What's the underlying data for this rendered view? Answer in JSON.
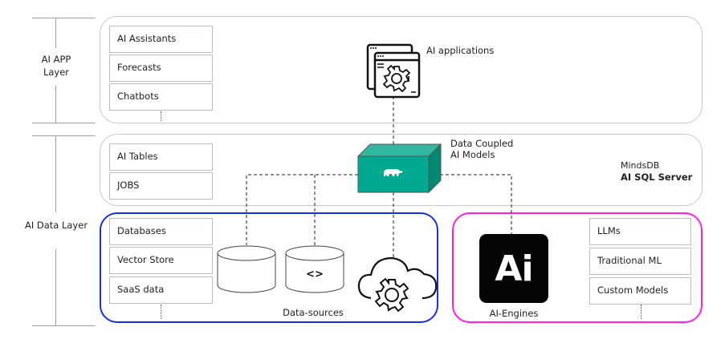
{
  "layers": {
    "app_layer_label": [
      "AI APP",
      "Layer"
    ],
    "data_layer_label": "AI Data Layer"
  },
  "app_panel": {
    "items": [
      "AI Assistants",
      "Forecasts",
      "Chatbots"
    ],
    "applications_label": "AI applications",
    "icon": "app-window-gear-icon"
  },
  "sql_panel": {
    "items": [
      "AI Tables",
      "JOBS"
    ],
    "models_label": [
      "Data Coupled",
      "AI Models"
    ],
    "brand_line1": "MindsDB",
    "brand_line2": "AI SQL Server",
    "cube_icon": "mindsdb-bear-icon",
    "cube_color": "#00a98f"
  },
  "datasources_panel": {
    "items": [
      "Databases",
      "Vector Store",
      "SaaS data"
    ],
    "label": "Data-sources",
    "code_glyph": "<>",
    "border_color": "#1a2fe0",
    "icons": [
      "database-cylinder-icon",
      "code-cylinder-icon",
      "cloud-gear-icon"
    ]
  },
  "engines_panel": {
    "items": [
      "LLMs",
      "Traditional ML",
      "Custom Models"
    ],
    "label": "AI-Engines",
    "ai_logo_text": "Ai",
    "border_color": "#ff1ee6"
  }
}
